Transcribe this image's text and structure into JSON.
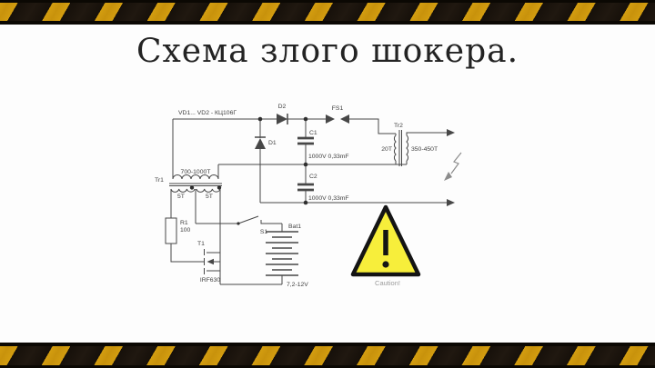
{
  "title": "Схема злого шокера.",
  "schematic": {
    "labels": {
      "diodes_note": "VD1... VD2 - КЦ106Г",
      "d1": "D1",
      "d2": "D2",
      "fs1": "FS1",
      "c1": "C1",
      "c1_value": "1000V 0,33mF",
      "c2": "C2",
      "c2_value": "1000V 0,33mF",
      "tr1": "Tr1",
      "tr1_hv_winding": "700-1000Т",
      "tr1_winding_a": "5Т",
      "tr1_winding_b": "5Т",
      "tr2": "Tr2",
      "tr2_primary": "20Т",
      "tr2_secondary": "350-450Т",
      "r1": "R1",
      "r1_value": "100",
      "t1": "Т1",
      "t1_type": "IRF630",
      "s1": "S1",
      "bat1": "Bat1",
      "bat1_value": "7,2-12V"
    }
  },
  "warning": {
    "caution_label": "Caution!"
  },
  "colors": {
    "hazard_yellow": "#d39d10",
    "hazard_dark": "#16100a",
    "line": "#474747",
    "warning_yellow": "#f7ee3b",
    "caution_text": "#9b9b9b",
    "title_color": "#232323"
  }
}
